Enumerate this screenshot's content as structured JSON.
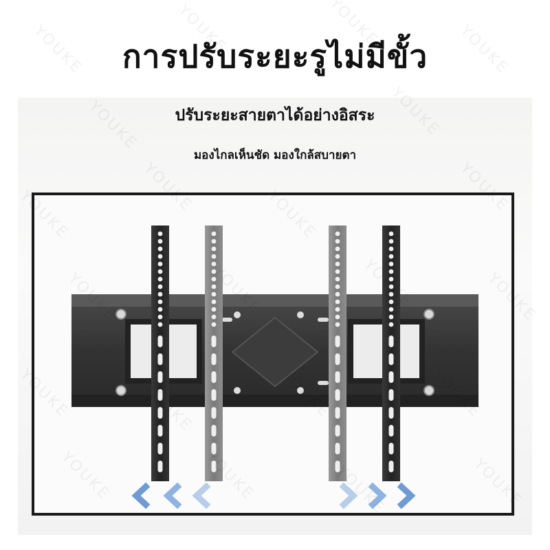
{
  "title": "การปรับระยะรูไม่มีขั้ว",
  "subtitle": "ปรับระยะสายตาได้อย่างอิสระ",
  "caption": "มองไกลเห็นชัด มองใกล้สบายตา",
  "watermark": "YOUKE",
  "icons": [
    "left-arrow-icon",
    "right-arrow-icon"
  ],
  "colors": {
    "arrow": "#7ea6d8",
    "frame": "#1a1a1a",
    "bracket": "#2b2b2b"
  }
}
